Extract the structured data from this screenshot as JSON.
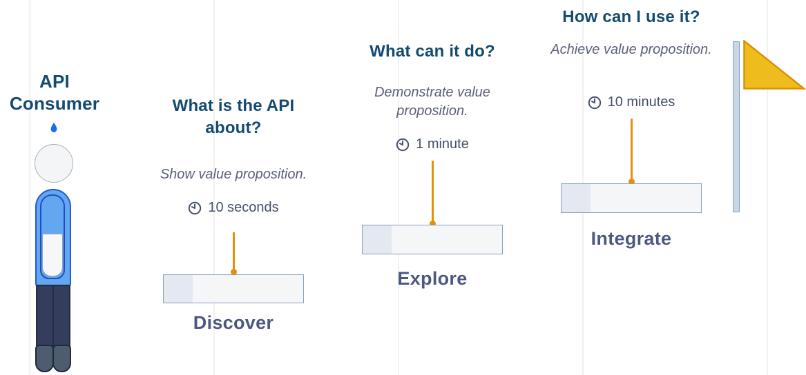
{
  "figure": {
    "title": "API Consumer"
  },
  "stages": [
    {
      "question": "What is the API about?",
      "subtitle": "Show value proposition.",
      "duration": "10 seconds",
      "label": "Discover",
      "progress_percent": 21
    },
    {
      "question": "What can it do?",
      "subtitle": "Demonstrate value proposition.",
      "duration": "1 minute",
      "label": "Explore",
      "progress_percent": 21
    },
    {
      "question": "How can I use it?",
      "subtitle": "Achieve value proposition.",
      "duration": "10 minutes",
      "label": "Integrate",
      "progress_percent": 21
    }
  ],
  "icons": {
    "clock": "clock-icon",
    "droplet": "droplet-icon",
    "flag": "flag-icon"
  },
  "colors": {
    "heading": "#134b70",
    "stage_label": "#4d5880",
    "subtitle": "#5b6077",
    "duration_text": "#454f68",
    "accent_orange": "#e2920a",
    "flag_gold": "#efbc1d",
    "flag_border": "#dd8f07",
    "pole_fill": "#c9d6e4",
    "pole_border": "#7e9cc0",
    "bar_border": "#87a0bd",
    "bar_track": "#f5f6f8",
    "bar_fill": "#e3e8f1",
    "body_blue": "#63a7f1",
    "body_border": "#2b57cf",
    "legs_navy": "#343e5c",
    "feet_slate": "#4d5d6f",
    "droplet_blue": "#1b6cf0"
  }
}
